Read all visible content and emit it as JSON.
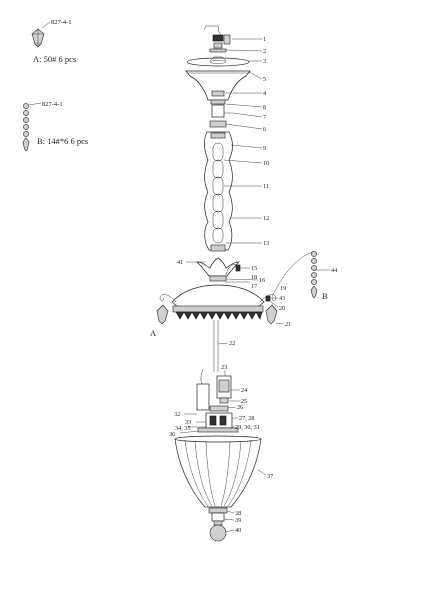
{
  "legend": {
    "a": {
      "code": "827-4-1",
      "caption": "A: 50#  6 pcs"
    },
    "b": {
      "code": "827-4-1",
      "caption": "B: 14#*6  6 pcs"
    }
  },
  "callouts": {
    "left_a": "A",
    "right_b": "B"
  },
  "part_numbers": [
    {
      "id": "p1",
      "text": "1"
    },
    {
      "id": "p2",
      "text": "2"
    },
    {
      "id": "p3",
      "text": "3"
    },
    {
      "id": "p5",
      "text": "5"
    },
    {
      "id": "p4",
      "text": "4"
    },
    {
      "id": "p8",
      "text": "8"
    },
    {
      "id": "p7",
      "text": "7"
    },
    {
      "id": "p6",
      "text": "6"
    },
    {
      "id": "p9",
      "text": "9"
    },
    {
      "id": "p10",
      "text": "10"
    },
    {
      "id": "p11",
      "text": "11"
    },
    {
      "id": "p12",
      "text": "12"
    },
    {
      "id": "p13",
      "text": "13"
    },
    {
      "id": "p41",
      "text": "41"
    },
    {
      "id": "p15",
      "text": "15"
    },
    {
      "id": "p16",
      "text": "16"
    },
    {
      "id": "p18",
      "text": "18"
    },
    {
      "id": "p17",
      "text": "17"
    },
    {
      "id": "p44",
      "text": "44"
    },
    {
      "id": "p19",
      "text": "19"
    },
    {
      "id": "p43",
      "text": "43"
    },
    {
      "id": "p20",
      "text": "20"
    },
    {
      "id": "p21",
      "text": "21"
    },
    {
      "id": "p22",
      "text": "22"
    },
    {
      "id": "p23",
      "text": "23"
    },
    {
      "id": "p24",
      "text": "24"
    },
    {
      "id": "p25",
      "text": "25"
    },
    {
      "id": "p26",
      "text": "26"
    },
    {
      "id": "p32",
      "text": "32"
    },
    {
      "id": "p27",
      "text": "27, 28"
    },
    {
      "id": "p33",
      "text": "33"
    },
    {
      "id": "p34",
      "text": "34, 35"
    },
    {
      "id": "p29",
      "text": "29, 30, 31"
    },
    {
      "id": "p36",
      "text": "36"
    },
    {
      "id": "p37",
      "text": "37"
    },
    {
      "id": "p38",
      "text": "38"
    },
    {
      "id": "p39",
      "text": "39"
    },
    {
      "id": "p40",
      "text": "40"
    }
  ]
}
